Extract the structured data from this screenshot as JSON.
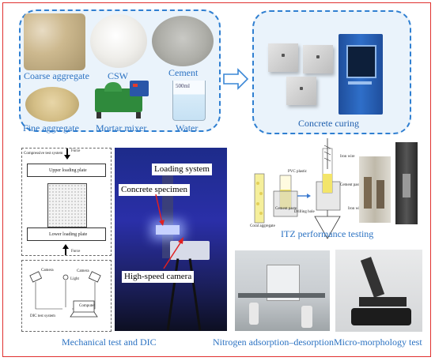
{
  "materials": {
    "coarse_aggregate": "Coarse aggregate",
    "csw": "CSW",
    "cement": "Cement",
    "fine_aggregate": "Fine aggregate",
    "mortar_mixer": "Mortar mixer",
    "water": "Water",
    "beaker_volume": "500ml"
  },
  "curing": {
    "label": "Concrete curing"
  },
  "mechanical": {
    "caption": "Mechanical test and DIC",
    "compressive_system": "Compressive test system",
    "force_top": "Force",
    "upper_plate": "Upper loading plate",
    "lower_plate": "Lower loading plate",
    "force_bottom": "Force",
    "camera_left": "Camera",
    "light": "Light",
    "camera_right": "Camera",
    "dic_system": "DIC test system",
    "computer": "Computer"
  },
  "photo_labels": {
    "loading_system": "Loading system",
    "concrete_specimen": "Concrete specimen",
    "high_speed_camera": "High-speed camera"
  },
  "itz": {
    "caption": "ITZ performance testing",
    "pvc_plastic": "PVC plastic",
    "cement_paste_1": "Cement paste",
    "coral_aggregate": "Coral aggregate",
    "drilling_hole": "Drilling hole",
    "iron_wire_top": "Iron wire",
    "cement_paste_2": "Cement paste",
    "iron_wire_bottom": "Iron wire"
  },
  "nitrogen": {
    "caption": "Nitrogen adsorption–desorption"
  },
  "micro": {
    "caption": "Micro-morphology test"
  }
}
